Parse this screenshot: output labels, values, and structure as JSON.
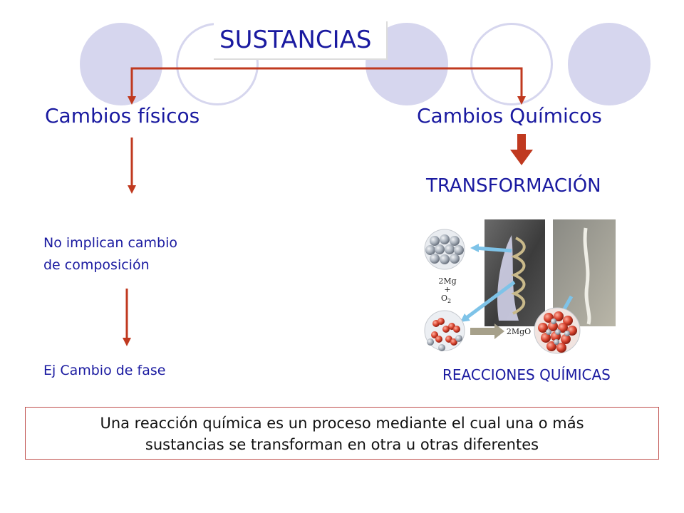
{
  "title": "SUSTANCIAS",
  "left_branch": {
    "heading": "Cambios físicos",
    "note_line1": "No implican cambio",
    "note_line2": "de composición",
    "example": "Ej Cambio de fase"
  },
  "right_branch": {
    "heading": "Cambios Químicos",
    "result": "TRANSFORMACIÓN",
    "figure": {
      "reactant_label": "2Mg",
      "plus": "+",
      "oxygen_label": "O",
      "oxygen_sub": "2",
      "product_label": "2MgO"
    },
    "caption": "REACCIONES QUÍMICAS"
  },
  "definition": {
    "line1": "Una reacción química es un proceso mediante el cual una o más",
    "line2": "sustancias se transforman en otra u otras diferentes"
  },
  "colors": {
    "text_blue": "#1a1aa0",
    "arrow_red": "#c0391f",
    "circle_fill": "#d6d6ee",
    "circle_ring": "#d6d6ee"
  }
}
